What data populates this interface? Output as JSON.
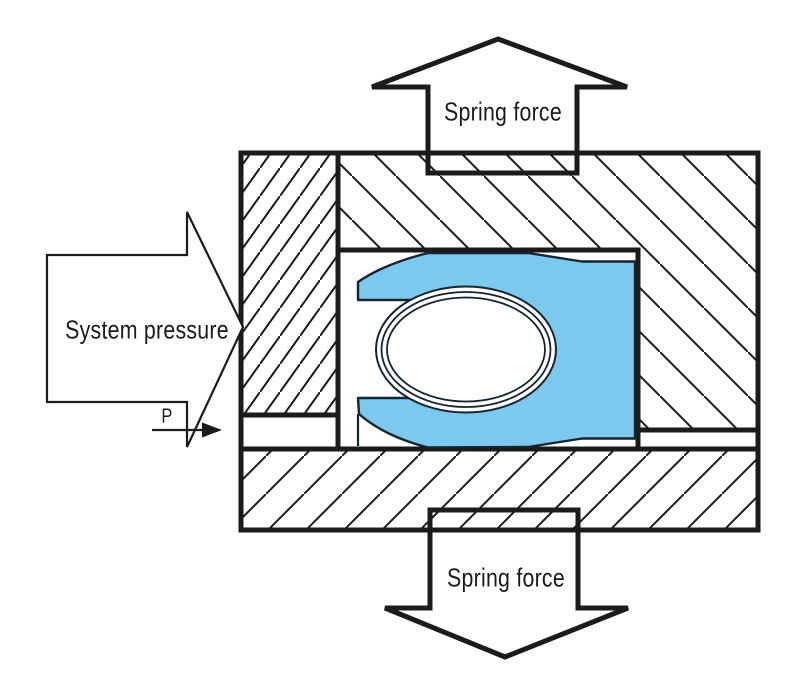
{
  "diagram": {
    "labels": {
      "spring_force_top": "Spring force",
      "spring_force_bottom": "Spring force",
      "system_pressure": "System pressure",
      "pressure_symbol": "P"
    },
    "colors": {
      "seal_fill": "#7DC9EE",
      "seal_outline": "#15242F",
      "line": "#1B1B1B",
      "text": "#1B1B1B",
      "background": "#FFFFFF"
    }
  }
}
